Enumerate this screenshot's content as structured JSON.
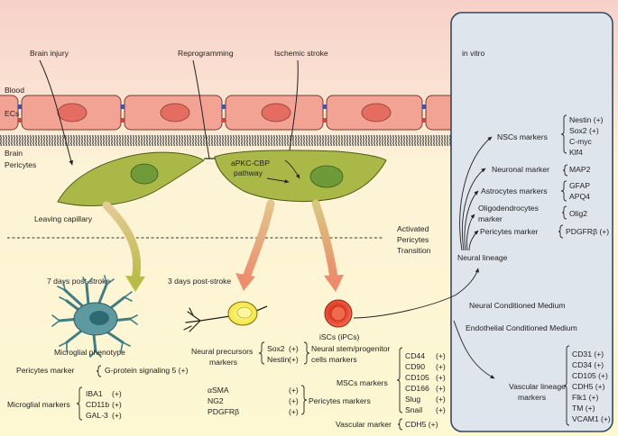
{
  "labels": {
    "brain_injury": "Brain injury",
    "reprogramming": "Reprogramming",
    "ischemic_stroke": "Ischemic stroke",
    "in_vitro": "in vitro",
    "blood": "Blood",
    "ecs": "ECs",
    "brain": "Brain",
    "pericytes": "Pericytes",
    "apkc_line1": "aPKC-CBP",
    "apkc_line2": "pathway",
    "leaving_capillary": "Leaving capillary",
    "activated_line1": "Activated",
    "activated_line2": "Pericytes",
    "activated_line3": "Transition",
    "seven_days": "7 days post-stroke",
    "three_days": "3 days post-stroke",
    "microglial_phenotype": "Microglial phenotype",
    "neural_precursors_line1": "Neural precursors",
    "neural_precursors_line2": "markers",
    "iscs": "iSCs (iPCs)",
    "neural_lineage": "Neural lineage",
    "neural_conditioned_medium": "Neural Conditioned Medium",
    "endothelial_conditioned_medium": "Endothelial Conditioned Medium",
    "vascular_lineage_line1": "Vascular lineage",
    "vascular_lineage_line2": "markers"
  },
  "pericytes_marker": {
    "label": "Pericytes  marker",
    "item": "G-protein signaling 5 (+)"
  },
  "microglial_markers": {
    "label": "Microglial markers",
    "items": [
      "IBA1",
      "CD11b",
      "GAL-3"
    ],
    "signs": [
      "(+)",
      "(+)",
      "(+)"
    ]
  },
  "neural_stem_markers": {
    "label_line1": "Neural stem/progenitor",
    "label_line2": "cells markers",
    "items": [
      "Sox2",
      "Nestin"
    ],
    "signs": [
      "(+)",
      "(+)"
    ]
  },
  "pericytes_markers": {
    "label": "Pericytes markers",
    "items": [
      "αSMA",
      "NG2",
      "PDGFRβ"
    ],
    "signs": [
      "(+)",
      "(+)",
      "(+)"
    ]
  },
  "mscs_markers": {
    "label": "MSCs markers",
    "items": [
      "CD44",
      "CD90",
      "CD105",
      "CD166",
      "Slug",
      "Snail"
    ],
    "signs": [
      "(+)",
      "(+)",
      "(+)",
      "(+)",
      "(+)",
      "(+)"
    ]
  },
  "vascular_marker": {
    "label": "Vascular marker",
    "item": "CDH5 (+)"
  },
  "nscs_markers": {
    "label": "NSCs markers",
    "items": [
      "Nestin (+)",
      "Sox2 (+)",
      "C-myc",
      "Klf4"
    ]
  },
  "neuronal_marker": {
    "label": "Neuronal marker",
    "item": "MAP2"
  },
  "astrocytes_markers": {
    "label": "Astrocytes markers",
    "items": [
      "GFAP",
      "APQ4"
    ]
  },
  "oligodendrocytes_marker": {
    "label_line1": "Oligodendrocytes",
    "label_line2": "marker",
    "item": "Olig2"
  },
  "pericytes_marker_vitro": {
    "label": "Pericytes marker",
    "item": "PDGFRβ (+)"
  },
  "vascular_lineage_markers": {
    "items": [
      "CD31 (+)",
      "CD34 (+)",
      "CD105 (+)",
      "CDH5 (+)",
      "Flk1 (+)",
      "TM (+)",
      "VCAM1 (+)"
    ]
  },
  "colors": {
    "top_band": "#f9d9cf",
    "lower_band": "#fdf6cf",
    "endothelial_cell": "#f2a394",
    "endothelial_nucleus": "#e46c61",
    "pericyte": "#a9b847",
    "pericyte_nucleus": "#6f9a3a",
    "panel": "#dde4ec",
    "panel_border": "#34495e",
    "arrow_olive": "#c8c05a",
    "arrow_salmon": "#e89a7f",
    "microglia": "#5c9aa0",
    "precursor": "#f3e82e",
    "isc": "#e2422e"
  }
}
